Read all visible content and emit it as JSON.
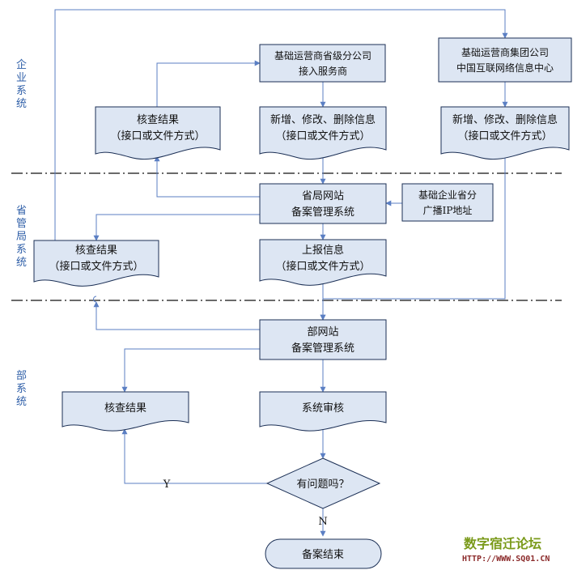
{
  "lanes": {
    "enterprise": [
      "企",
      "业",
      "系",
      "统"
    ],
    "province": [
      "省",
      "管",
      "局",
      "系",
      "统"
    ],
    "ministry": [
      "部",
      "系",
      "统"
    ]
  },
  "nodes": {
    "prov_branch": [
      "基础运营商省级分公司",
      "接入服务商"
    ],
    "group_hq": [
      "基础运营商集团公司",
      "中国互联网络信息中心"
    ],
    "check_result_ent": [
      "核查结果",
      "（接口或文件方式）"
    ],
    "modify_info_1": [
      "新增、修改、删除信息",
      "（接口或文件方式）"
    ],
    "modify_info_2": [
      "新增、修改、删除信息",
      "（接口或文件方式）"
    ],
    "prov_site": [
      "省局网站",
      "备案管理系统"
    ],
    "broadcast_ip": [
      "基础企业省分",
      "广播IP地址"
    ],
    "check_result_prov": [
      "核查结果",
      "（接口或文件方式）"
    ],
    "report_info": [
      "上报信息",
      "（接口或文件方式）"
    ],
    "ministry_site": [
      "部网站",
      "备案管理系统"
    ],
    "check_result_min": "核查结果",
    "system_review": "系统审核",
    "has_problem": "有问题吗？",
    "end": "备案结束"
  },
  "labels": {
    "yes": "Y",
    "no": "N"
  },
  "watermark": {
    "title": "数字宿迁论坛",
    "url": "HTTP://WWW.SQ01.CN"
  },
  "colors": {
    "box_fill": "#dde6f3",
    "connector": "#5b7fc3",
    "lane_text": "#2f5fa8"
  }
}
